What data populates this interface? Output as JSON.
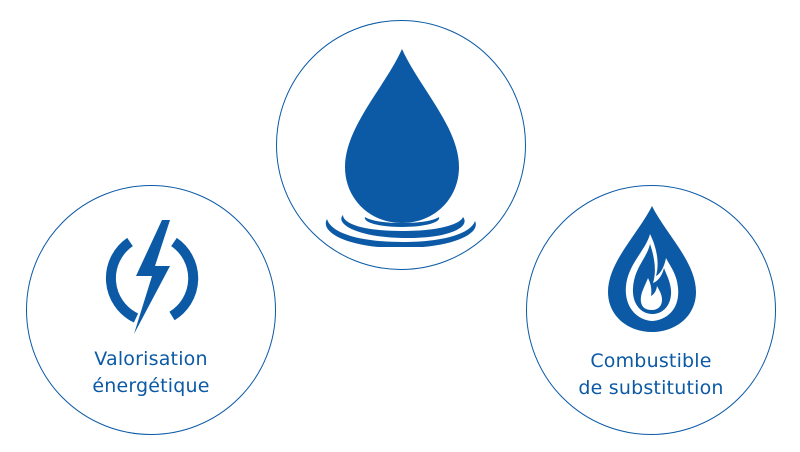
{
  "colors": {
    "brand_blue": "#0c5aa6",
    "background": "#ffffff"
  },
  "icons": {
    "top": "water-drop-icon",
    "left": "lightning-icon",
    "right": "flame-icon"
  },
  "energy": {
    "line1": "Valorisation",
    "line2": "énergétique"
  },
  "fuel": {
    "line1": "Combustible",
    "line2": "de substitution"
  }
}
